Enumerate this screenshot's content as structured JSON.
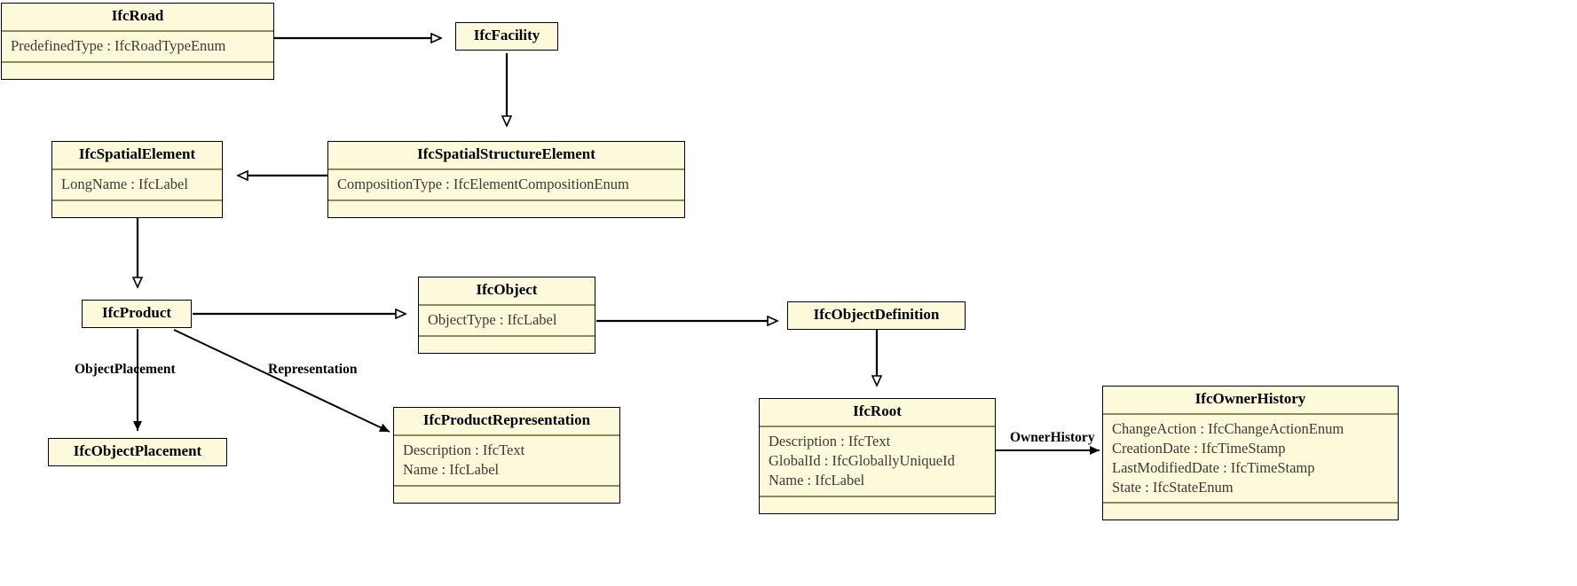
{
  "diagram": {
    "title": "IFC Road Entity Inheritance Diagram",
    "type": "uml-class-diagram",
    "colors": {
      "class_fill": "#fcfada",
      "class_border": "#000000",
      "compartment_separator": "#8d8b5a",
      "edge": "#000000",
      "attribute_text": "#3a3a34",
      "background": "#ffffff"
    }
  },
  "classes": [
    {
      "id": "IfcRoad",
      "name": "IfcRoad",
      "attributes": [
        "PredefinedType : IfcRoadTypeEnum"
      ],
      "has_operations_compartment": true
    },
    {
      "id": "IfcFacility",
      "name": "IfcFacility",
      "attributes": [],
      "has_operations_compartment": false
    },
    {
      "id": "IfcSpatialElement",
      "name": "IfcSpatialElement",
      "attributes": [
        "LongName : IfcLabel"
      ],
      "has_operations_compartment": true
    },
    {
      "id": "IfcSpatialStructureElement",
      "name": "IfcSpatialStructureElement",
      "attributes": [
        "CompositionType : IfcElementCompositionEnum"
      ],
      "has_operations_compartment": true
    },
    {
      "id": "IfcProduct",
      "name": "IfcProduct",
      "attributes": [],
      "has_operations_compartment": false
    },
    {
      "id": "IfcObject",
      "name": "IfcObject",
      "attributes": [
        "ObjectType : IfcLabel"
      ],
      "has_operations_compartment": true
    },
    {
      "id": "IfcObjectDefinition",
      "name": "IfcObjectDefinition",
      "attributes": [],
      "has_operations_compartment": false
    },
    {
      "id": "IfcObjectPlacement",
      "name": "IfcObjectPlacement",
      "attributes": [],
      "has_operations_compartment": false
    },
    {
      "id": "IfcProductRepresentation",
      "name": "IfcProductRepresentation",
      "attributes": [
        "Description : IfcText",
        "Name : IfcLabel"
      ],
      "has_operations_compartment": true
    },
    {
      "id": "IfcRoot",
      "name": "IfcRoot",
      "attributes": [
        "Description : IfcText",
        "GlobalId : IfcGloballyUniqueId",
        "Name : IfcLabel"
      ],
      "has_operations_compartment": true
    },
    {
      "id": "IfcOwnerHistory",
      "name": "IfcOwnerHistory",
      "attributes": [
        "ChangeAction : IfcChangeActionEnum",
        "CreationDate : IfcTimeStamp",
        "LastModifiedDate : IfcTimeStamp",
        "State : IfcStateEnum"
      ],
      "has_operations_compartment": true
    }
  ],
  "edges": [
    {
      "id": "road-facility",
      "from": "IfcRoad",
      "to": "IfcFacility",
      "kind": "generalization",
      "label": ""
    },
    {
      "id": "facility-spatialstructure",
      "from": "IfcFacility",
      "to": "IfcSpatialStructureElement",
      "kind": "generalization",
      "label": ""
    },
    {
      "id": "spatialstructure-spatialelement",
      "from": "IfcSpatialStructureElement",
      "to": "IfcSpatialElement",
      "kind": "generalization",
      "label": ""
    },
    {
      "id": "spatialelement-product",
      "from": "IfcSpatialElement",
      "to": "IfcProduct",
      "kind": "generalization",
      "label": ""
    },
    {
      "id": "product-object",
      "from": "IfcProduct",
      "to": "IfcObject",
      "kind": "generalization",
      "label": ""
    },
    {
      "id": "object-objectdefinition",
      "from": "IfcObject",
      "to": "IfcObjectDefinition",
      "kind": "generalization",
      "label": ""
    },
    {
      "id": "objectdefinition-root",
      "from": "IfcObjectDefinition",
      "to": "IfcRoot",
      "kind": "generalization",
      "label": ""
    },
    {
      "id": "product-objectplacement",
      "from": "IfcProduct",
      "to": "IfcObjectPlacement",
      "kind": "association",
      "label": "ObjectPlacement"
    },
    {
      "id": "product-productrepresentation",
      "from": "IfcProduct",
      "to": "IfcProductRepresentation",
      "kind": "association",
      "label": "Representation"
    },
    {
      "id": "root-ownerhistory",
      "from": "IfcRoot",
      "to": "IfcOwnerHistory",
      "kind": "association",
      "label": "OwnerHistory"
    }
  ],
  "edge_labels": {
    "object_placement": "ObjectPlacement",
    "representation": "Representation",
    "owner_history": "OwnerHistory"
  }
}
